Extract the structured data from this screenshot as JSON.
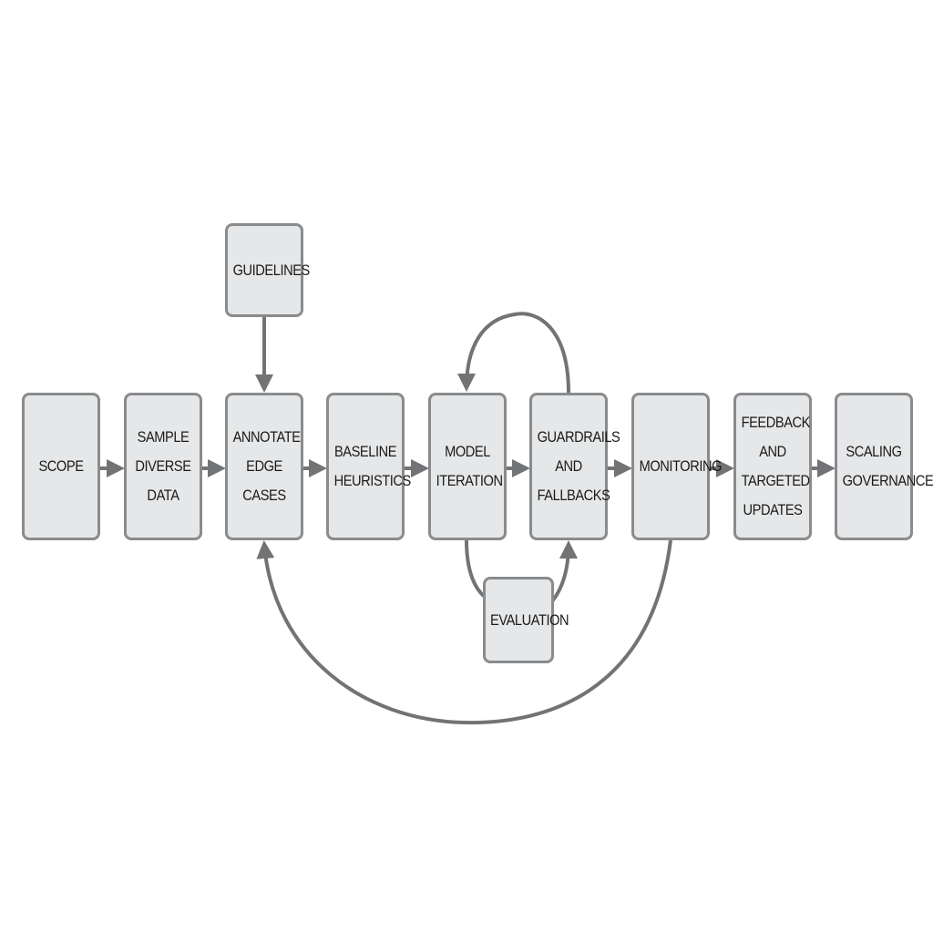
{
  "diagram": {
    "colors": {
      "node_fill": "#e6e7e8",
      "node_border": "#8a8b8d",
      "connector": "#727375",
      "text": "#1a1a1a"
    },
    "nodes": {
      "scope": "SCOPE",
      "sample": "SAMPLE\nDIVERSE\nDATA",
      "annotate": "ANNOTATE\nEDGE\nCASES",
      "baseline": "BASELINE\nHEURISTICS",
      "model": "MODEL\nITERATION",
      "guardrails": "GUARDRAILS\nAND\nFALLBACKS",
      "monitoring": "MONITORING",
      "feedback": "FEEDBACK\nAND\nTARGETED\nUPDATES",
      "scaling": "SCALING\nGOVERNANCE",
      "guidelines": "GUIDELINES",
      "evaluation": "EVALUATION"
    },
    "edges": [
      {
        "from": "scope",
        "to": "sample"
      },
      {
        "from": "sample",
        "to": "annotate"
      },
      {
        "from": "annotate",
        "to": "baseline"
      },
      {
        "from": "baseline",
        "to": "model"
      },
      {
        "from": "model",
        "to": "guardrails"
      },
      {
        "from": "guardrails",
        "to": "monitoring"
      },
      {
        "from": "monitoring",
        "to": "feedback"
      },
      {
        "from": "feedback",
        "to": "scaling"
      },
      {
        "from": "guidelines",
        "to": "annotate"
      },
      {
        "from": "guardrails",
        "to": "model"
      },
      {
        "from": "model",
        "to": "evaluation"
      },
      {
        "from": "evaluation",
        "to": "guardrails"
      },
      {
        "from": "monitoring",
        "to": "annotate"
      }
    ]
  }
}
